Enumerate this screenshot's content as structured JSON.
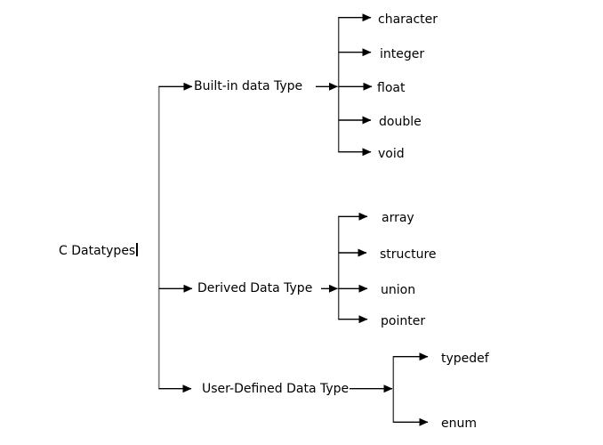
{
  "root": {
    "label": "C Datatypes"
  },
  "branches": [
    {
      "label": "Built-in data Type",
      "children": [
        "character",
        "integer",
        "float",
        "double",
        "void"
      ]
    },
    {
      "label": "Derived Data Type",
      "children": [
        "array",
        "structure",
        "union",
        "pointer"
      ]
    },
    {
      "label": "User-Defined Data Type",
      "children": [
        "typedef",
        "enum"
      ]
    }
  ],
  "colors": {
    "background": "#ffffff",
    "line": "#000000",
    "trunk_line": "#808080",
    "sub_line": "#4a4a4a",
    "text": "#000000"
  }
}
